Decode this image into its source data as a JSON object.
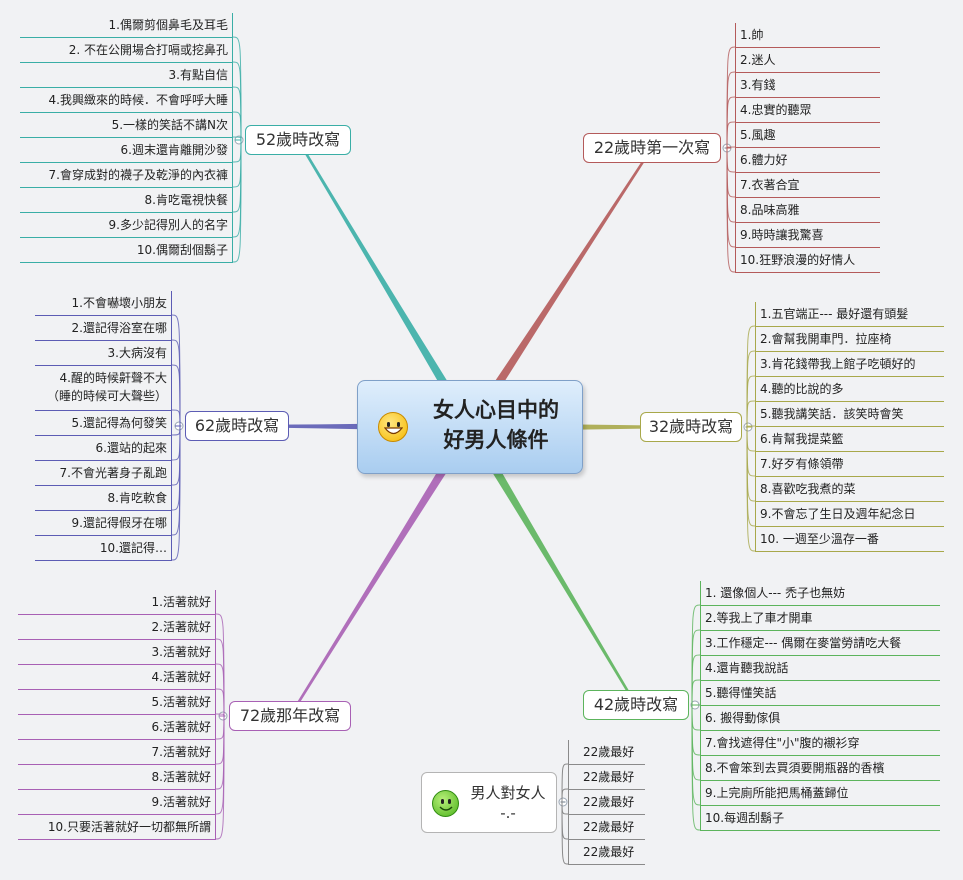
{
  "central": {
    "line1": "女人心目中的",
    "line2": "好男人條件"
  },
  "branches": [
    {
      "key": "b52",
      "label": "52歲時改寫",
      "color": "#3aaea6",
      "items": [
        "1.偶爾剪個鼻毛及耳毛",
        "2. 不在公開場合打嗝或挖鼻孔",
        "3.有點自信",
        "4.我興緻來的時候．不會呼呼大睡",
        "5.一樣的笑話不講N次",
        "6.週末還肯離開沙發",
        "7.會穿成對的襪子及乾淨的內衣褲",
        "8.肯吃電視快餐",
        "9.多少記得別人的名字",
        "10.偶爾刮個鬍子"
      ]
    },
    {
      "key": "b62",
      "label": "62歲時改寫",
      "color": "#5c5cb4",
      "items": [
        "1.不會嚇壞小朋友",
        "2.還記得浴室在哪",
        "3.大病沒有",
        "4.醒的時候鼾聲不大（睡的時候可大聲些）",
        "5.還記得為何發笑",
        "6.還站的起來",
        "7.不會光著身子亂跑",
        "8.肯吃軟食",
        "9.還記得假牙在哪",
        "10.還記得…"
      ]
    },
    {
      "key": "b72",
      "label": "72歲那年改寫",
      "color": "#a860b4",
      "items": [
        "1.活著就好",
        "2.活著就好",
        "3.活著就好",
        "4.活著就好",
        "5.活著就好",
        "6.活著就好",
        "7.活著就好",
        "8.活著就好",
        "9.活著就好",
        "10.只要活著就好一切都無所謂"
      ]
    },
    {
      "key": "b22",
      "label": "22歲時第一次寫",
      "color": "#b45a5a",
      "items": [
        "1.帥",
        "2.迷人",
        "3.有錢",
        "4.忠實的聽眾",
        "5.風趣",
        "6.體力好",
        "7.衣著合宜",
        "8.品味高雅",
        "9.時時讓我驚喜",
        "10.狂野浪漫的好情人"
      ]
    },
    {
      "key": "b32",
      "label": "32歲時改寫",
      "color": "#a8a84a",
      "items": [
        "1.五官端正--- 最好還有頭髮",
        "2.會幫我開車門．拉座椅",
        "3.肯花錢帶我上館子吃頓好的",
        "4.聽的比說的多",
        "5.聽我講笑話．該笑時會笑",
        "6.肯幫我提菜籃",
        "7.好歹有條領帶",
        "8.喜歡吃我煮的菜",
        "9.不會忘了生日及週年紀念日",
        "10. 一週至少溫存一番"
      ]
    },
    {
      "key": "b42",
      "label": "42歲時改寫",
      "color": "#5cb45c",
      "items": [
        "1. 還像個人--- 禿子也無妨",
        "2.等我上了車才開車",
        "3.工作穩定--- 偶爾在麥當勞請吃大餐",
        "4.還肯聽我說話",
        "5.聽得懂笑話",
        "6. 搬得動傢俱",
        "7.會找遮得住\"小\"腹的襯衫穿",
        "8.不會笨到去買須要開瓶器的香檳",
        "9.上完廁所能把馬桶蓋歸位",
        "10.每週刮鬍子"
      ]
    }
  ],
  "other": {
    "line1": "男人對女人",
    "line2": "-.-",
    "color": "#8a8a8a",
    "items": [
      "22歲最好",
      "22歲最好",
      "22歲最好",
      "22歲最好",
      "22歲最好"
    ]
  }
}
